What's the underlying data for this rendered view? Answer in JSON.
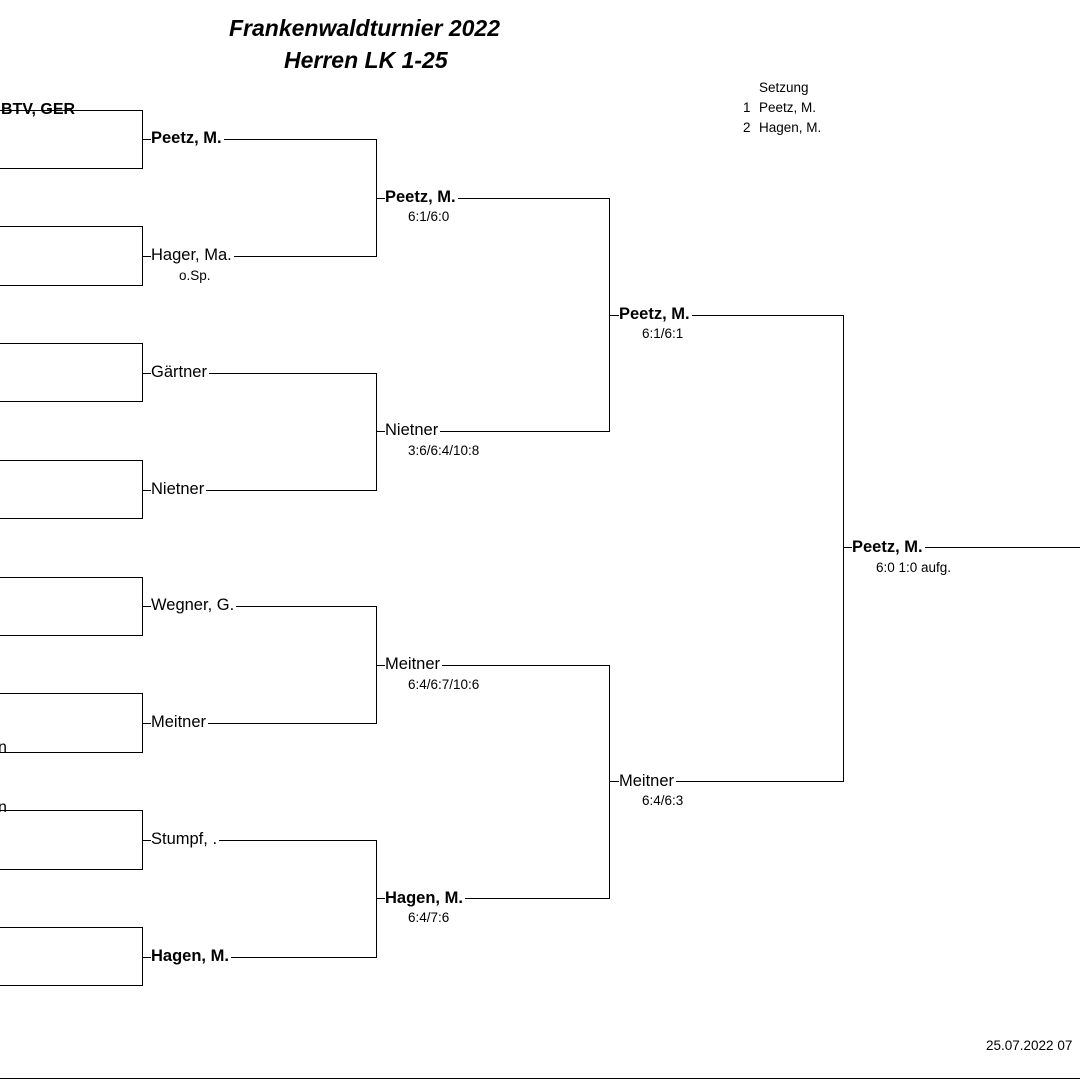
{
  "title": {
    "line1": "Frankenwaldturnier 2022",
    "line2": "Herren LK 1-25"
  },
  "seeding": {
    "label": "Setzung",
    "entries": [
      {
        "seed": "1",
        "name": "Peetz, M."
      },
      {
        "seed": "2",
        "name": "Hagen, M."
      }
    ]
  },
  "left_edge": {
    "club_fragment": "BTV, GER",
    "fragment_a": "n",
    "fragment_b": "n"
  },
  "round1": [
    {
      "name": "Peetz, M.",
      "bold": true,
      "note": ""
    },
    {
      "name": "Hager, Ma.",
      "bold": false,
      "note": "o.Sp."
    },
    {
      "name": "Gärtner",
      "bold": false,
      "note": ""
    },
    {
      "name": "Nietner",
      "bold": false,
      "note": ""
    },
    {
      "name": "Wegner, G.",
      "bold": false,
      "note": ""
    },
    {
      "name": "Meitner",
      "bold": false,
      "note": ""
    },
    {
      "name": "Stumpf,  .",
      "bold": false,
      "note": ""
    },
    {
      "name": "Hagen, M.",
      "bold": true,
      "note": ""
    }
  ],
  "round2": [
    {
      "name": "Peetz, M.",
      "bold": true,
      "score": "6:1/6:0"
    },
    {
      "name": "Nietner",
      "bold": false,
      "score": "3:6/6:4/10:8"
    },
    {
      "name": "Meitner",
      "bold": false,
      "score": "6:4/6:7/10:6"
    },
    {
      "name": "Hagen, M.",
      "bold": true,
      "score": "6:4/7:6"
    }
  ],
  "round3": [
    {
      "name": "Peetz, M.",
      "bold": true,
      "score": "6:1/6:1"
    },
    {
      "name": "Meitner",
      "bold": false,
      "score": "6:4/6:3"
    }
  ],
  "final": {
    "name": "Peetz, M.",
    "bold": true,
    "score": "6:0 1:0 aufg."
  },
  "footer": {
    "timestamp": "25.07.2022 07"
  }
}
